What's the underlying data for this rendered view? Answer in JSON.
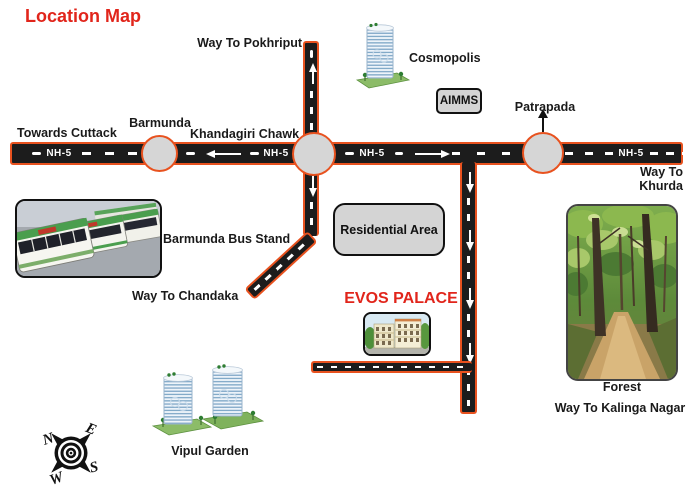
{
  "title": "Location Map",
  "colors": {
    "accent_red": "#e1251b",
    "road_fill": "#1c1c1c",
    "road_border": "#e8521f",
    "junction_fill": "#d6d6d6",
    "box_fill": "#d4d4d4",
    "label_black": "#1a1a1a"
  },
  "highway": {
    "name": "NH-5"
  },
  "destinations": {
    "towards_cuttack": "Towards Cuttack",
    "way_to_pokhriput": "Way To Pokhriput",
    "way_to_chandaka": "Way To Chandaka",
    "way_to_khurda_line1": "Way To",
    "way_to_khurda_line2": "Khurda",
    "way_to_kalinga_nagar": "Way To Kalinga Nagar"
  },
  "junctions": {
    "barmunda": "Barmunda",
    "khandagiri_chawk": "Khandagiri Chawk",
    "patrapada": "Patrapada"
  },
  "landmarks": {
    "cosmopolis": "Cosmopolis",
    "aimms": "AIMMS",
    "residential_area": "Residential Area",
    "evos_palace": "EVOS PALACE",
    "barmunda_bus_stand": "Barmunda Bus Stand",
    "vipul_garden": "Vipul Garden",
    "forest": "Forest"
  },
  "compass": {
    "north": "N",
    "east": "E",
    "south": "S",
    "west": "W"
  }
}
